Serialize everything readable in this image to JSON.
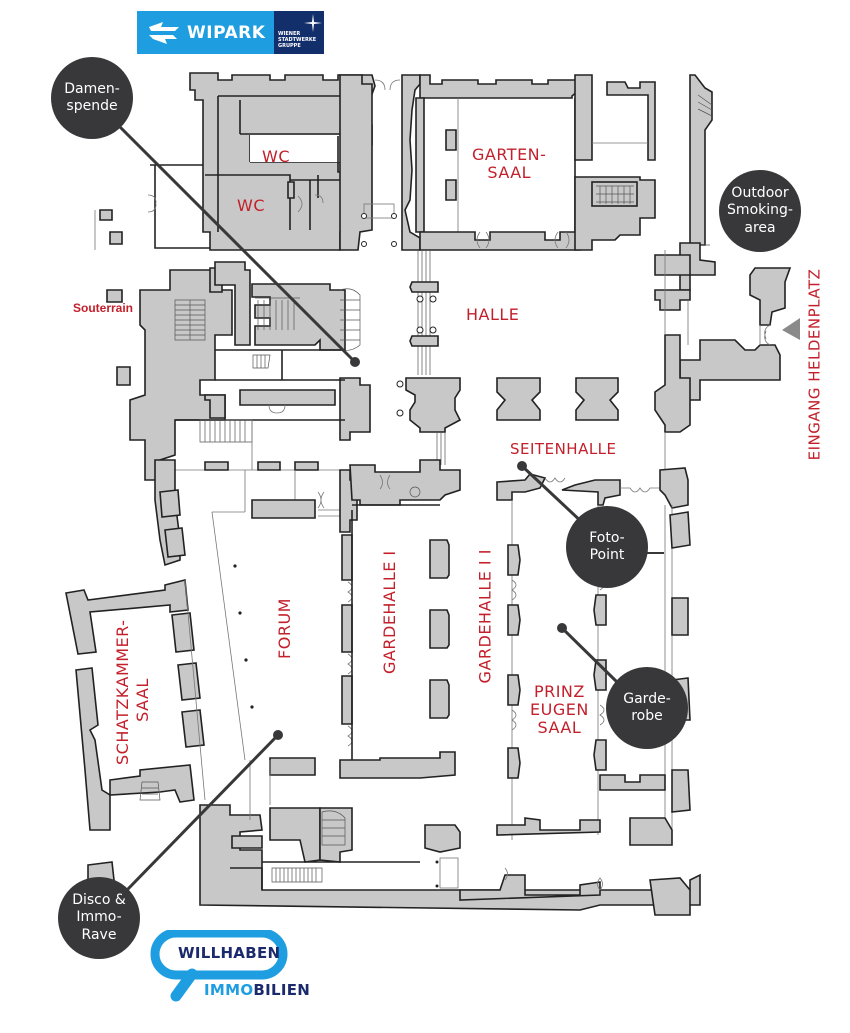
{
  "logos": {
    "top": {
      "brand": "WIPARK",
      "sub_brand": "WIENER\nSTADTWERKE\nGRUPPE",
      "colors": {
        "primary": "#1e9ee0",
        "secondary": "#132f6b"
      }
    },
    "bottom": {
      "line1": "WILLHABEN",
      "line2_a": "IMMO",
      "line2_b": "BILIEN",
      "colors": {
        "primary": "#1e9ee0",
        "secondary": "#1b2a6b"
      }
    }
  },
  "rooms": {
    "wc_upper": "WC",
    "wc_lower": "WC",
    "gartensaal": "GARTEN-\nSAAL",
    "souterrain": "Souterrain",
    "halle": "HALLE",
    "seitenhalle": "SEITENHALLE",
    "forum": "FORUM",
    "gardehalle_1": "GARDEHALLE I",
    "gardehalle_2": "GARDEHALLE I I",
    "prinz_eugen_saal": "PRINZ\nEUGEN\nSAAL",
    "schatzkammersaal": "SCHATZKAMMER-\nSAAL",
    "entrance": "EINGANG HELDENPLATZ"
  },
  "points_of_interest": [
    {
      "id": "damenspende",
      "label": "Damen-\nspende"
    },
    {
      "id": "outdoor-smoking",
      "label": "Outdoor\nSmoking-\narea"
    },
    {
      "id": "foto-point",
      "label": "Foto-\nPoint"
    },
    {
      "id": "garderobe",
      "label": "Garde-\nrobe"
    },
    {
      "id": "disco",
      "label": "Disco &\nImmo-\nRave"
    }
  ],
  "colors": {
    "label_red": "#c3202b",
    "bubble": "#38383a",
    "wall_fill": "#c8c8c8",
    "entrance_arrow": "#8a8a8a"
  }
}
